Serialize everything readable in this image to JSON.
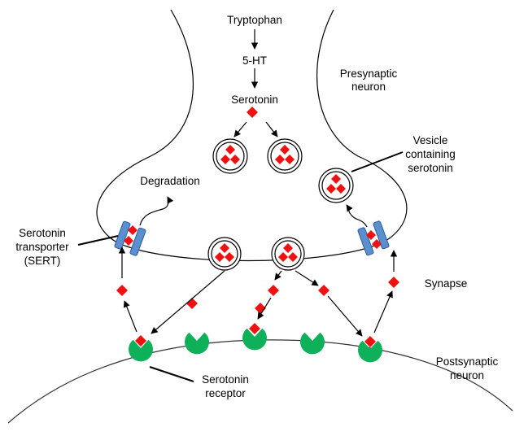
{
  "colors": {
    "serotonin": "#ee1111",
    "receptor": "#0fb05a",
    "transporter": "#5b8fd0",
    "transporter_stroke": "#2c5a96",
    "line": "#000000",
    "background": "#ffffff"
  },
  "labels": {
    "pathway": [
      "Tryptophan",
      "5-HT",
      "Serotonin"
    ],
    "presynaptic": [
      "Presynaptic",
      "neuron"
    ],
    "vesicle": [
      "Vesicle",
      "containing",
      "serotonin"
    ],
    "degradation": "Degradation",
    "transporter": [
      "Serotonin",
      "transporter",
      "(SERT)"
    ],
    "synapse": "Synapse",
    "postsynaptic": [
      "Postsynaptic",
      "neuron"
    ],
    "receptor": [
      "Serotonin",
      "receptor"
    ]
  }
}
